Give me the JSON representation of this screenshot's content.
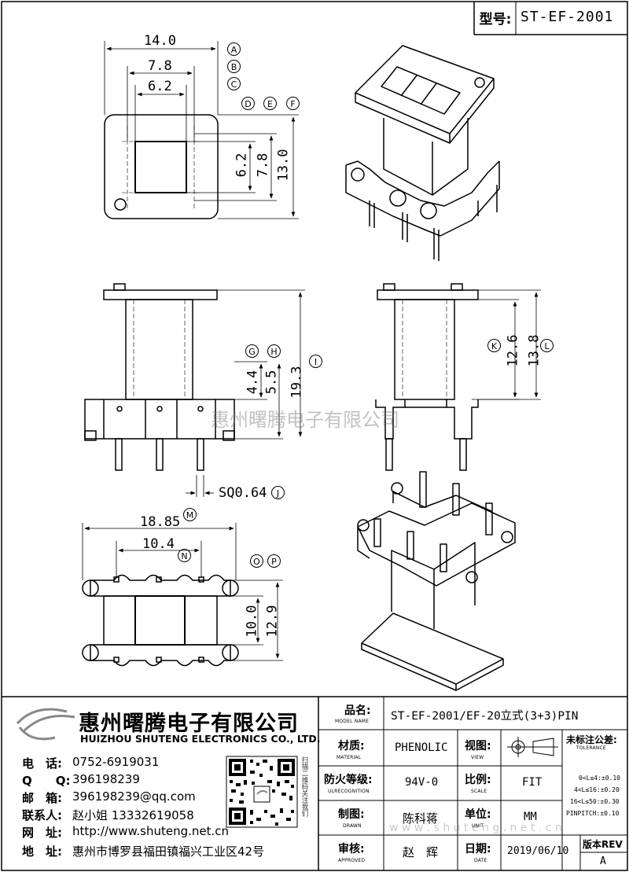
{
  "header": {
    "label": "型号:",
    "model": "ST-EF-2001"
  },
  "dims": {
    "top_w1": "14.0",
    "top_w2": "7.8",
    "top_w3": "6.2",
    "top_h1": "6.2",
    "top_h2": "7.8",
    "top_h3": "13.0",
    "front_h1": "4.4",
    "front_h2": "5.5",
    "front_h3": "19.3",
    "pin": "SQ0.64",
    "side_h1": "12.6",
    "side_h2": "13.8",
    "bottom_w1": "18.85",
    "bottom_w2": "10.4",
    "bottom_h1": "10.0",
    "bottom_h2": "12.9"
  },
  "markers": [
    "A",
    "B",
    "C",
    "D",
    "E",
    "F",
    "G",
    "H",
    "I",
    "J",
    "K",
    "L",
    "M",
    "N",
    "O",
    "P"
  ],
  "watermark": "惠州曙腾电子有限公司",
  "watermark_url": "w w w . s h u t e n g . n e t . c n",
  "company": {
    "name_cn": "惠州曙腾电子有限公司",
    "name_en": "HUIZHOU SHUTENG ELECTRONICS CO., LTD.",
    "phone_label": "电　话:",
    "phone": "0752-6919031",
    "qq_label": "Q　　Q:",
    "qq": "396198239",
    "email_label": "邮　箱:",
    "email": "396198239@qq.com",
    "contact_label": "联系人:",
    "contact": "赵小姐 13332619058",
    "web_label": "网　址:",
    "web": "http://www.shuteng.net.cn",
    "addr_label": "地　址:",
    "addr": "惠州市博罗县福田镇福兴工业区42号",
    "qr_caption": "扫描二维码关注我们"
  },
  "table": {
    "model_label": "品名:",
    "model_label_en": "MODEL NAME",
    "model_value": "ST-EF-2001/EF-20立式(3+3)PIN",
    "material_label": "材质:",
    "material_label_en": "MATERIAL",
    "material_value": "PHENOLIC",
    "view_label": "视图:",
    "view_label_en": "VIEW",
    "tol_label": "未标注公差:",
    "tol_label_en": "TOLERANCE",
    "tol1": "0<L≤4:±0.10",
    "tol2": "4<L≤16:±0.20",
    "tol3": "16<L≤50:±0.30",
    "tol4": "PINPITCH:±0.10",
    "fire_label": "防火等级:",
    "fire_label_en": "ULRECOGNITION",
    "fire_value": "94V-0",
    "scale_label": "比例:",
    "scale_label_en": "SCALE",
    "scale_value": "FIT",
    "drawn_label": "制图:",
    "drawn_label_en": "DRAWN",
    "drawn_value": "陈科蒋",
    "unit_label": "单位:",
    "unit_label_en": "UNIT",
    "unit_value": "MM",
    "approved_label": "审核:",
    "approved_label_en": "APPROVED",
    "approved_value": "赵　辉",
    "date_label": "日期:",
    "date_label_en": "DATE",
    "date_value": "2019/06/10",
    "rev_label": "版本REV",
    "rev_value": "A"
  }
}
